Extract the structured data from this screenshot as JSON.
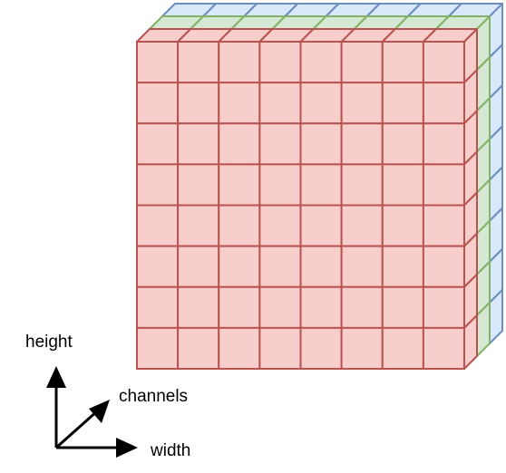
{
  "diagram": {
    "grid": {
      "rows": 8,
      "cols": 8
    },
    "layers": [
      {
        "id": "blue",
        "fill": "#dae8fc",
        "stroke": "#6c8ebf"
      },
      {
        "id": "green",
        "fill": "#d5e8d4",
        "stroke": "#82b366"
      },
      {
        "id": "red",
        "fill": "#f8cecc",
        "stroke": "#b85450"
      }
    ],
    "axes": {
      "height_label": "height",
      "channels_label": "channels",
      "width_label": "width",
      "color": "#000000"
    }
  }
}
